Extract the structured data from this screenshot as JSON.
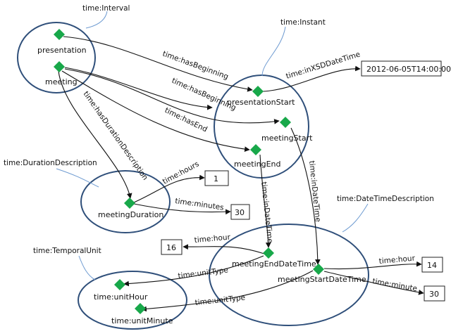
{
  "classes": {
    "interval": "time:Interval",
    "instant": "time:Instant",
    "duration_description": "time:DurationDescription",
    "datetime_description": "time:DateTimeDescription",
    "temporal_unit": "time:TemporalUnit"
  },
  "nodes": {
    "presentation": "presentation",
    "meeting": "meeting",
    "presentation_start": "presentationStart",
    "meeting_start": "meetingStart",
    "meeting_end": "meetingEnd",
    "meeting_duration": "meetingDuration",
    "meeting_end_datetime": "meetingEndDateTime",
    "meeting_start_datetime": "meetingStartDateTime",
    "unit_hour": "time:unitHour",
    "unit_minute": "time:unitMinute"
  },
  "literals": {
    "datetime": "2012-06-05T14:00:00",
    "hours": "1",
    "minutes": "30",
    "end_hour": "16",
    "start_hour": "14",
    "start_minute": "30"
  },
  "edges": {
    "has_beginning_1": "time:hasBeginning",
    "has_beginning_2": "time:hasBeginning",
    "has_end": "time:hasEnd",
    "has_duration_description": "time:hasDurationDescription",
    "in_xsd_datetime": "time:inXSDDateTime",
    "hours": "time:hours",
    "minutes": "time:minutes",
    "in_datetime_end": "time:inDateTime",
    "in_datetime_start": "time:inDateTime",
    "hour_end": "time:hour",
    "hour_start": "time:hour",
    "minute_start": "time:minute",
    "unit_type_end": "time:unitType",
    "unit_type_start": "time:unitType"
  },
  "colors": {
    "node": "#18a84a",
    "ellipse": "#2f4f7a",
    "callout": "#6e9bd1"
  }
}
